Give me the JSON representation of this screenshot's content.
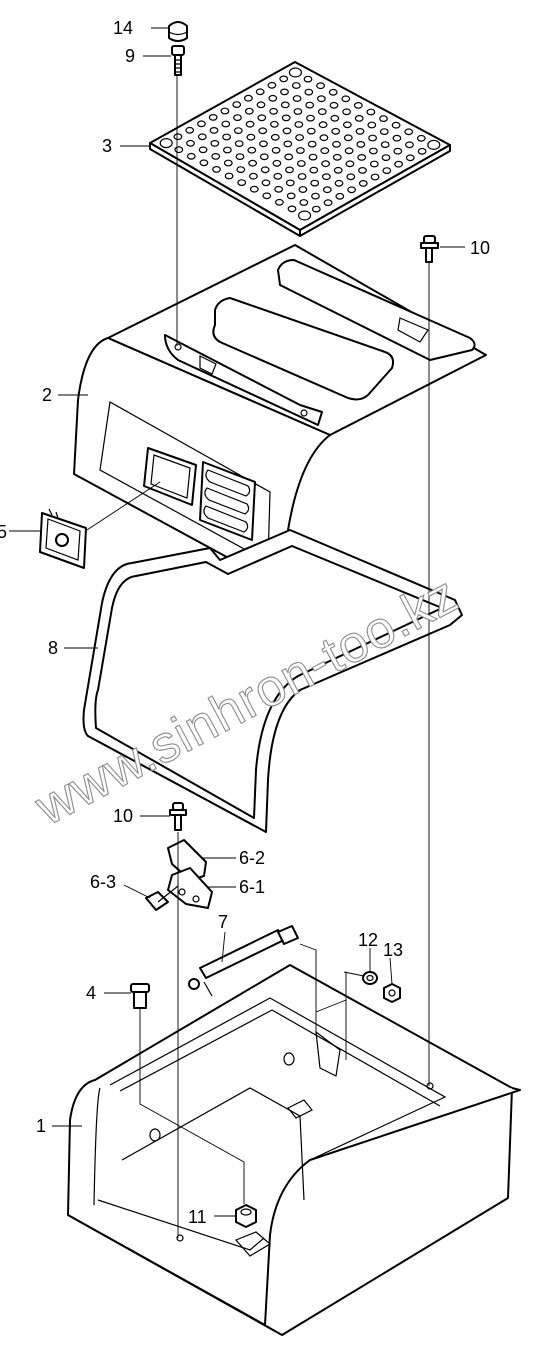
{
  "watermark": "www.sinhron-too.kz",
  "callouts": [
    {
      "id": "14",
      "text": "14"
    },
    {
      "id": "9",
      "text": "9"
    },
    {
      "id": "3",
      "text": "3"
    },
    {
      "id": "10a",
      "text": "10"
    },
    {
      "id": "2",
      "text": "2"
    },
    {
      "id": "5",
      "text": "5"
    },
    {
      "id": "8",
      "text": "8"
    },
    {
      "id": "10b",
      "text": "10"
    },
    {
      "id": "6-2",
      "text": "6-2"
    },
    {
      "id": "6-3",
      "text": "6-3"
    },
    {
      "id": "6-1",
      "text": "6-1"
    },
    {
      "id": "7",
      "text": "7"
    },
    {
      "id": "12",
      "text": "12"
    },
    {
      "id": "13",
      "text": "13"
    },
    {
      "id": "4",
      "text": "4"
    },
    {
      "id": "1",
      "text": "1"
    },
    {
      "id": "11",
      "text": "11"
    }
  ]
}
